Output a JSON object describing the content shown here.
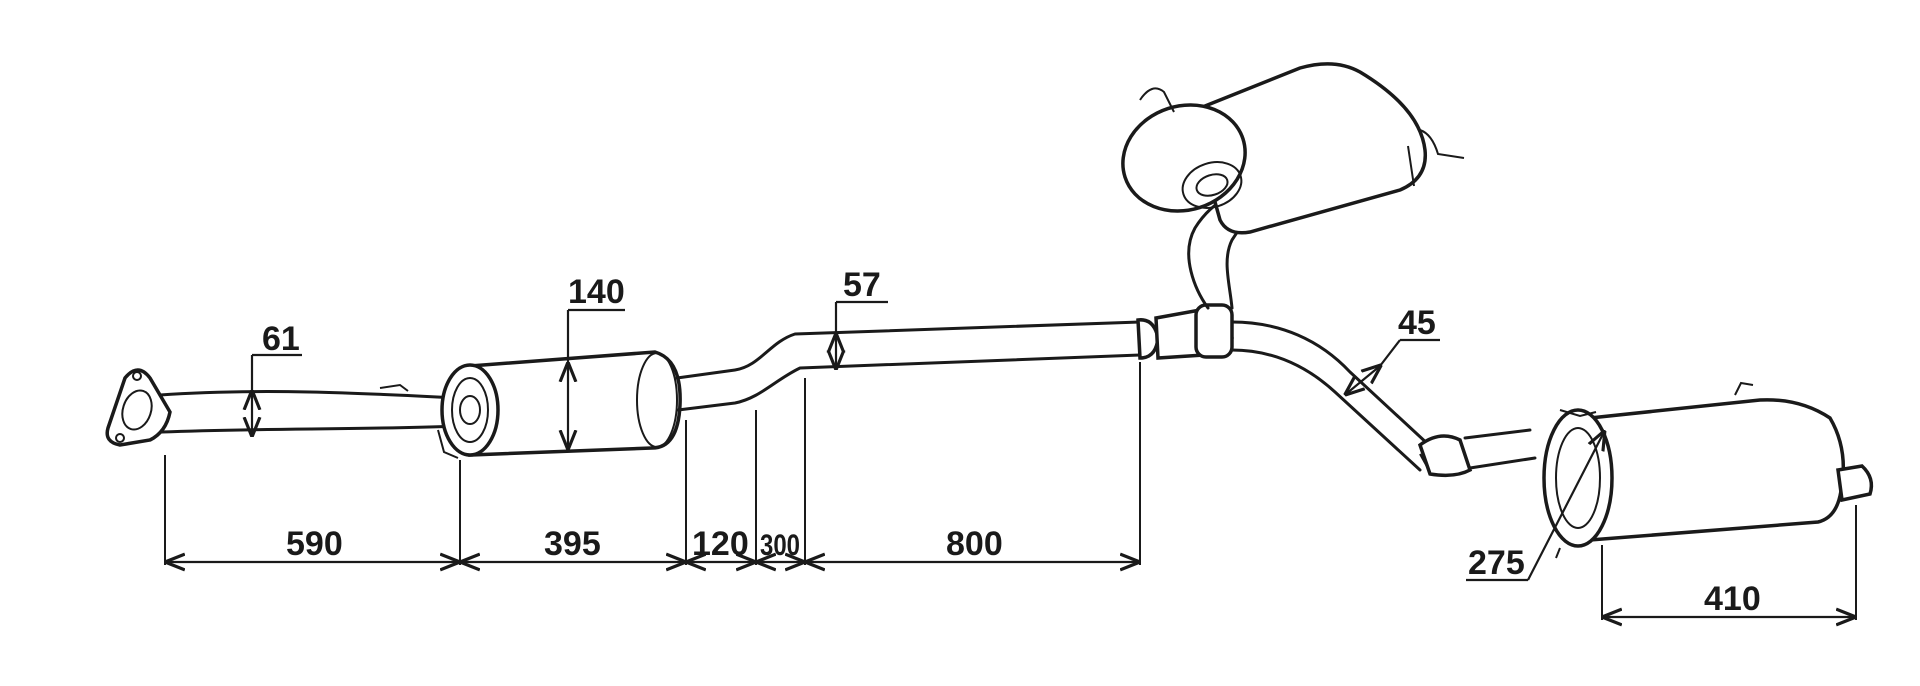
{
  "dimensions": {
    "inlet_pipe_diameter": "61",
    "front_muffler_diameter": "140",
    "mid_pipe_diameter": "57",
    "rear_pipe_diameter": "45",
    "rear_muffler_flange": "275",
    "length_front_pipe": "590",
    "length_front_muffler": "395",
    "length_straight_120": "120",
    "length_bend_300": "300",
    "length_mid_pipe": "800",
    "length_rear_muffler": "410"
  },
  "colors": {
    "line": "#1a1a1a",
    "background": "#ffffff"
  }
}
